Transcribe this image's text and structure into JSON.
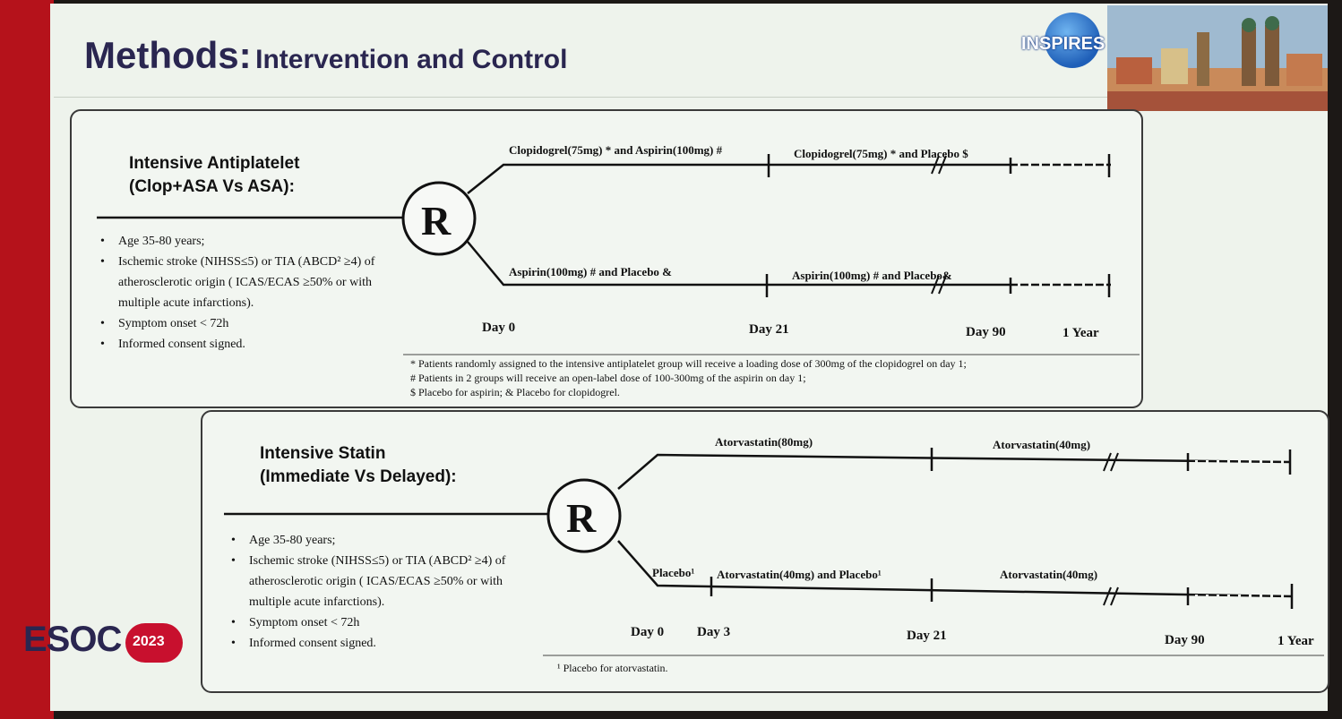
{
  "slide": {
    "title_main": "Methods:",
    "title_sub": "Intervention and Control",
    "logo_text": "INSPIRES",
    "conference_name": "ESOC",
    "conference_year": "2023",
    "colors": {
      "title": "#2a2650",
      "accent_red": "#c8102e",
      "background": "#eef3ec"
    }
  },
  "panel1": {
    "heading_line1": "Intensive Antiplatelet",
    "heading_line2": "(Clop+ASA Vs ASA):",
    "criteria": [
      "Age 35-80 years;",
      "Ischemic stroke (NIHSS≤5) or TIA (ABCD² ≥4) of",
      "atherosclerotic origin ( ICAS/ECAS ≥50% or with",
      "multiple acute infarctions).",
      "Symptom onset < 72h",
      "Informed consent signed."
    ],
    "randomize_symbol": "R",
    "upper_arm": {
      "label_1": "Clopidogrel(75mg) * and Aspirin(100mg) #",
      "label_2": "Clopidogrel(75mg) * and Placebo $"
    },
    "lower_arm": {
      "label_1": "Aspirin(100mg) # and Placebo &",
      "label_2": "Aspirin(100mg) # and Placebo&"
    },
    "days": [
      "Day 0",
      "Day 21",
      "Day 90",
      "1 Year"
    ],
    "notes": [
      "* Patients randomly assigned to the intensive antiplatelet group will receive a loading dose of 300mg of the clopidogrel on day 1;",
      "# Patients in 2 groups will receive an open-label dose of 100-300mg of the aspirin on day 1;",
      "$ Placebo for aspirin; & Placebo for clopidogrel."
    ]
  },
  "panel2": {
    "heading_line1": "Intensive Statin",
    "heading_line2": "(Immediate Vs Delayed):",
    "criteria": [
      "Age 35-80 years;",
      "Ischemic stroke (NIHSS≤5) or TIA (ABCD² ≥4) of",
      "atherosclerotic origin ( ICAS/ECAS ≥50% or with",
      "multiple acute infarctions).",
      "Symptom onset < 72h",
      "Informed consent signed."
    ],
    "randomize_symbol": "R",
    "upper_arm": {
      "label_1": "Atorvastatin(80mg)",
      "label_2": "Atorvastatin(40mg)"
    },
    "lower_arm": {
      "label_0": "Placebo¹",
      "label_1": "Atorvastatin(40mg) and Placebo¹",
      "label_2": "Atorvastatin(40mg)"
    },
    "days": [
      "Day 0",
      "Day 3",
      "Day 21",
      "Day 90",
      "1 Year"
    ],
    "notes": [
      "¹ Placebo for atorvastatin."
    ]
  }
}
